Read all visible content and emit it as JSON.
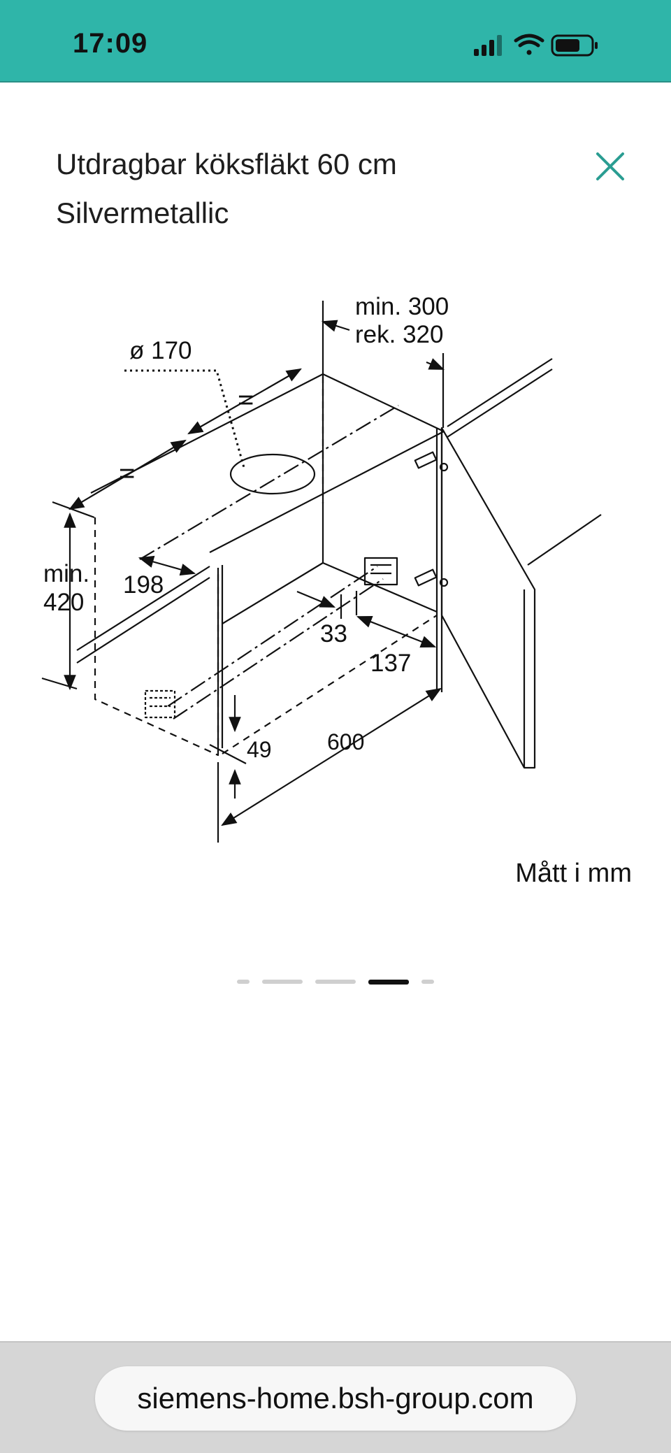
{
  "status_bar": {
    "time": "17:09",
    "icons": [
      "cellular-signal-icon",
      "wifi-icon",
      "battery-icon"
    ]
  },
  "product": {
    "title": "Utdragbar köksfläkt 60 cm Silvermetallic"
  },
  "drawing": {
    "labels": {
      "min_300": "min. 300",
      "rek_320": "rek. 320",
      "diameter": "ø 170",
      "equal_top": "=",
      "equal_left": "=",
      "min": "min.",
      "min_420": "420",
      "d198": "198",
      "d33": "33",
      "d137": "137",
      "d49": "49",
      "d600": "600"
    }
  },
  "units_label": "Mått i mm",
  "pager": {
    "count": 5,
    "active_index": 3
  },
  "browser": {
    "url": "siemens-home.bsh-group.com"
  },
  "colors": {
    "status_bar": "#2fb5a9",
    "accent": "#2a9d92"
  }
}
